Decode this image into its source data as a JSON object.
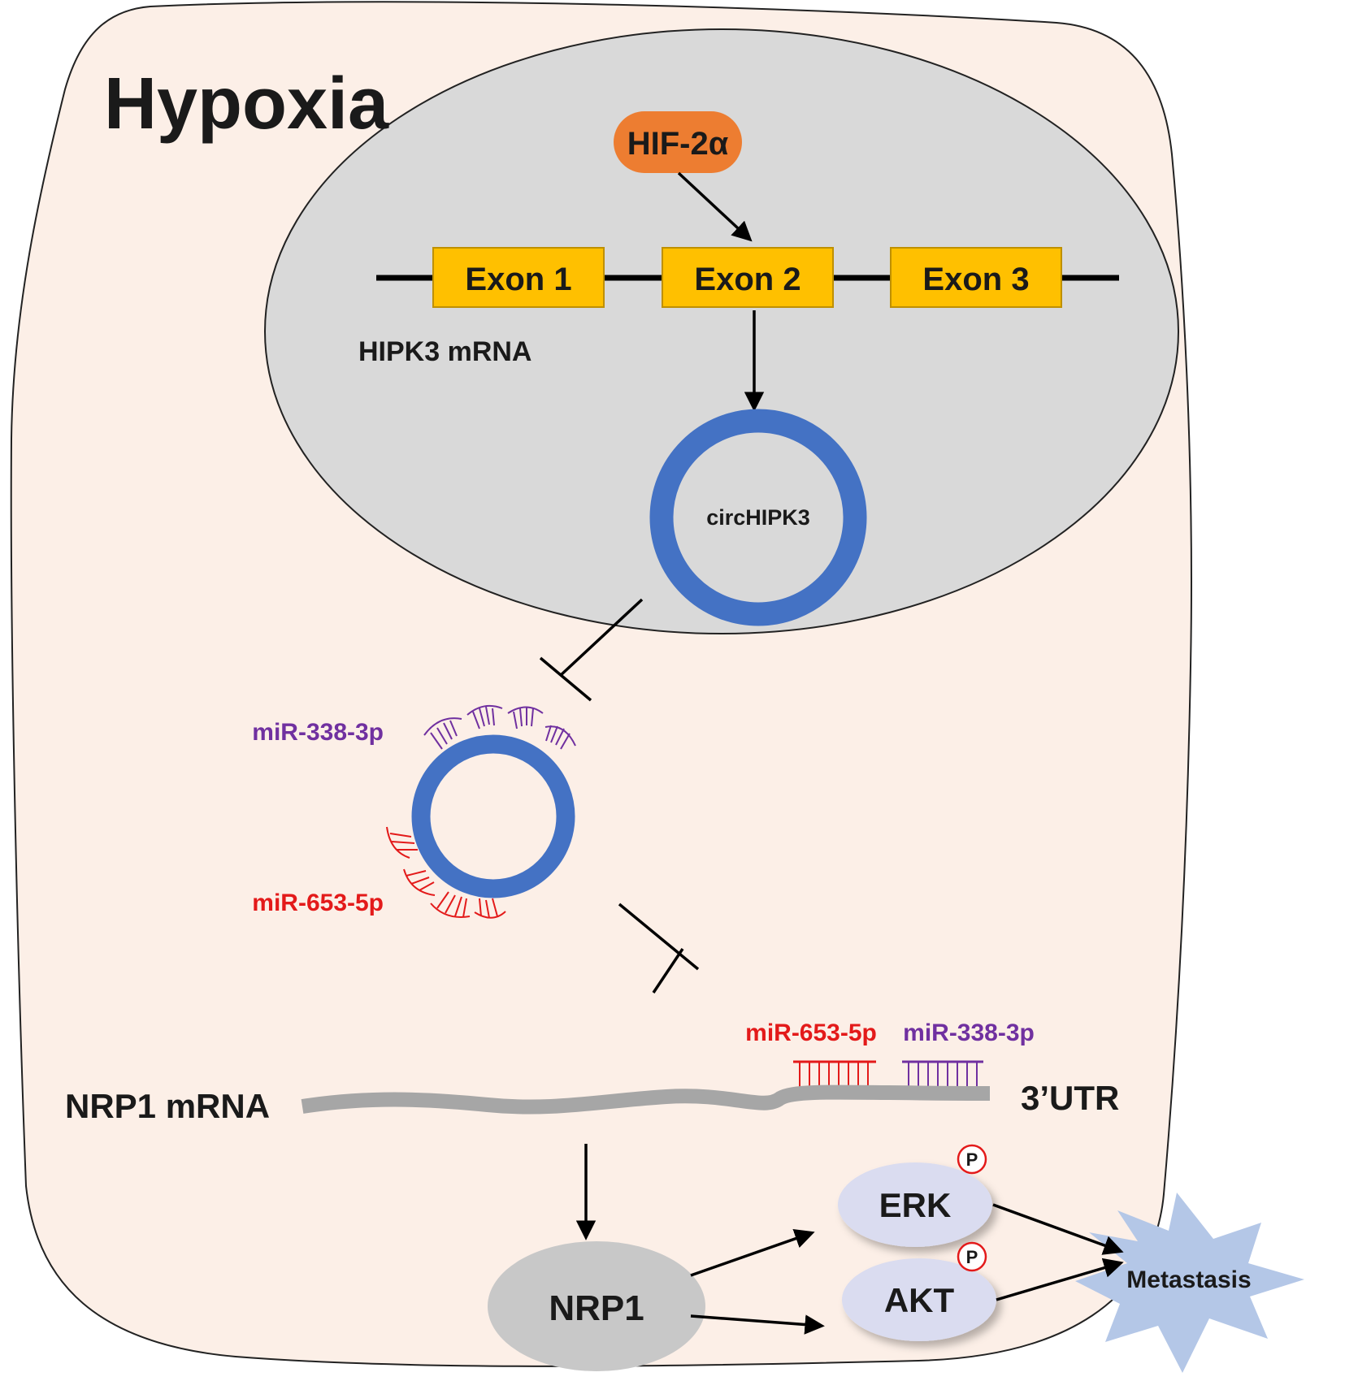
{
  "title": "Hypoxia",
  "hif": "HIF-2α",
  "exons": [
    "Exon 1",
    "Exon 2",
    "Exon 3"
  ],
  "hipk3_mrna": "HIPK3 mRNA",
  "circ": "circHIPK3",
  "mir338": "miR-338-3p",
  "mir653": "miR-653-5p",
  "nrp1_mrna": "NRP1 mRNA",
  "utr": "3’UTR",
  "nrp1": "NRP1",
  "erk": "ERK",
  "akt": "AKT",
  "phospho": "P",
  "metastasis": "Metastasis",
  "colors": {
    "cell": "#fcefe7",
    "nucleus": "#d9d9d9",
    "hif": "#ed7d31",
    "exon": "#ffc000",
    "exon_border": "#bf9000",
    "circ": "#4472c4",
    "mir338": "#7030a0",
    "mir653": "#e31a1a",
    "mrna": "#a6a6a6",
    "kinase": "#dadcf0",
    "metastasis": "#b4c7e7"
  }
}
